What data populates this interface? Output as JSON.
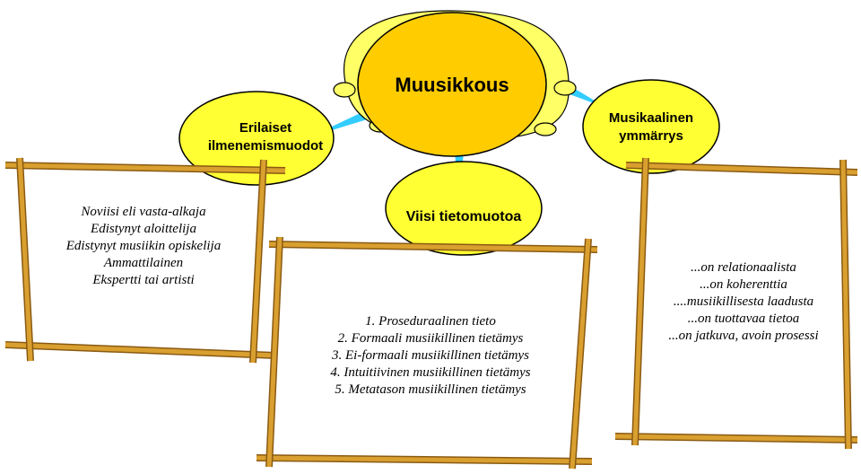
{
  "colors": {
    "bubble_fill": "#ffff33",
    "bubble_stroke": "#000000",
    "central_fill": "#ffcc00",
    "scroll_fill": "#ffff66",
    "connector": "#33ccff",
    "frame_wood": "#d9a030",
    "frame_wood_dark": "#8a5a12"
  },
  "central": {
    "title": "Muusikkous"
  },
  "nodes": {
    "left": {
      "line1": "Erilaiset",
      "line2": "ilmenemismuodot"
    },
    "center": {
      "label": "Viisi tietomuotoa"
    },
    "right": {
      "line1": "Musikaalinen",
      "line2": "ymmärrys"
    }
  },
  "frames": {
    "left": {
      "lines": [
        "Noviisi eli vasta-alkaja",
        "Edistynyt aloittelija",
        "Edistynyt musiikin opiskelija",
        "Ammattilainen",
        "Ekspertti tai artisti"
      ]
    },
    "center": {
      "lines": [
        "1. Proseduraalinen tieto",
        "2. Formaali musiikillinen tietämys",
        "3. Ei-formaali musiikillinen tietämys",
        "4. Intuitiivinen musiikillinen tietämys",
        "5. Metatason musiikillinen tietämys"
      ]
    },
    "right": {
      "lines": [
        "...on relationaalista",
        "...on koherenttia",
        "....musiikillisesta laadusta",
        "...on tuottavaa tietoa",
        "...on jatkuva, avoin prosessi"
      ]
    }
  }
}
